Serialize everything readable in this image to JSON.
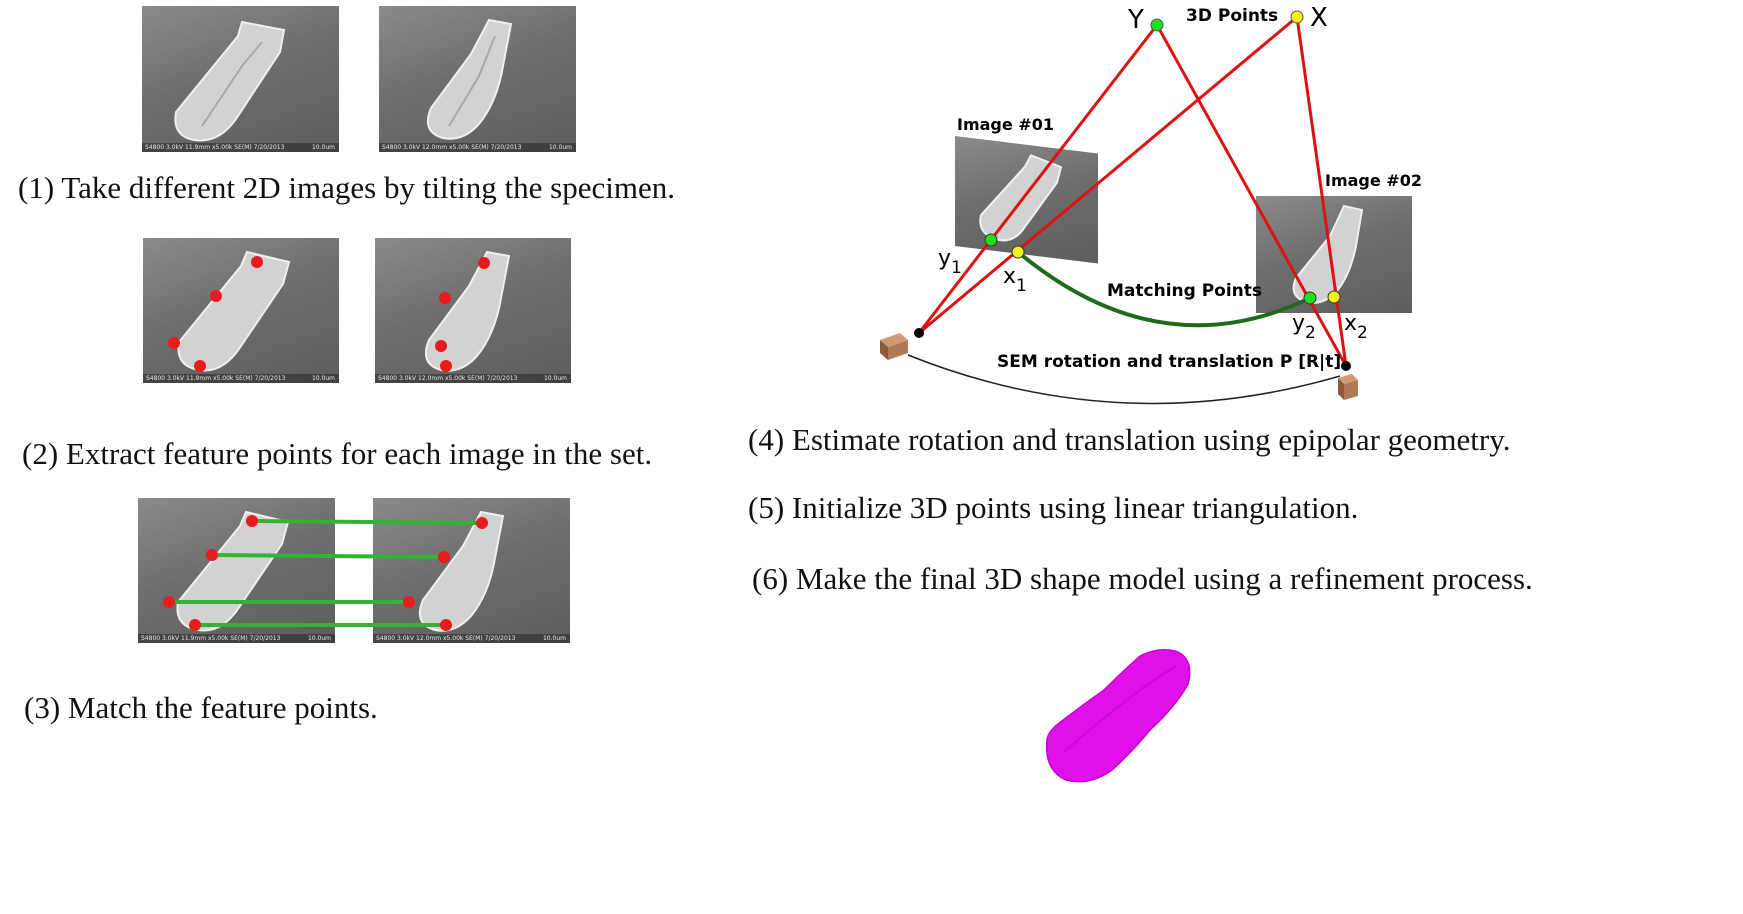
{
  "steps": {
    "s1": "(1) Take different 2D images by tilting the specimen.",
    "s2": "(2) Extract feature points for each image in the set.",
    "s3": "(3) Match the feature points.",
    "s4": "(4) Estimate rotation and translation using epipolar geometry.",
    "s5": "(5) Initialize 3D points using linear triangulation.",
    "s6": "(6) Make the final 3D shape model using a refinement process."
  },
  "sem": {
    "caption_a": "S4800 3.0kV 11.9mm x5.00k SE(M) 7/20/2013",
    "caption_b": "S4800 3.0kV 12.0mm x5.00k SE(M) 7/20/2013",
    "scale": "10.0um"
  },
  "epipolar": {
    "title_points": "3D Points",
    "label_Y": "Y",
    "label_X": "X",
    "image1_label": "Image #01",
    "image2_label": "Image #02",
    "y1": "y",
    "y1_sub": "1",
    "x1": "x",
    "x1_sub": "1",
    "y2": "y",
    "y2_sub": "2",
    "x2": "x",
    "x2_sub": "2",
    "matching_label": "Matching Points",
    "motion_label": "SEM rotation and translation P [R|t]"
  },
  "colors": {
    "ray": "#dd1111",
    "match_curve": "#1f6b1a",
    "match_lines": "#33b233",
    "feature_point": "#e81c1c",
    "point_Y": "#22dd22",
    "point_X": "#f2f21a",
    "model": "#e010e8",
    "camera": "#b07a55"
  }
}
